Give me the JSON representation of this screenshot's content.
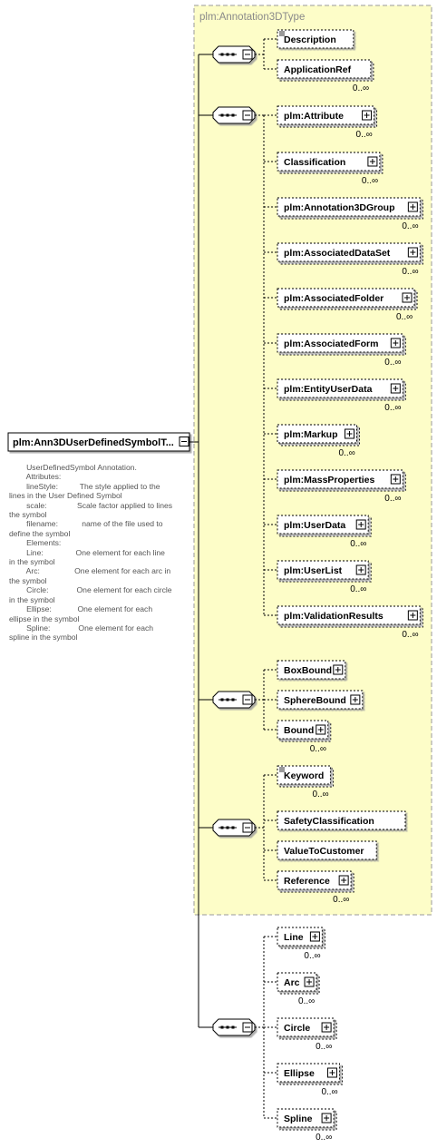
{
  "type_label": "plm:Annotation3DType",
  "root_element": {
    "name": "plm:Ann3DUserDefinedSymbolT..."
  },
  "documentation": [
    "        UserDefinedSymbol Annotation.",
    "",
    "        Attributes:",
    "",
    "        lineStyle:          The style applied to the",
    "lines in the User Defined Symbol",
    "        scale:              Scale factor applied to lines",
    "the symbol",
    "        filename:           name of the file used to",
    "define the symbol",
    "",
    "        Elements:",
    "",
    "        Line:               One element for each line",
    "in the symbol",
    "        Arc:                One element for each arc in",
    "the symbol",
    "        Circle:             One element for each circle",
    "in the symbol",
    "        Ellipse:            One element for each",
    "ellipse in the symbol",
    "        Spline:             One element for each",
    "spline in the symbol"
  ],
  "sequences": [
    {
      "id": "seq1",
      "children": [
        {
          "id": "description",
          "name": "Description",
          "optional": true,
          "doc": true,
          "expand": false,
          "multi": false,
          "occurs": ""
        },
        {
          "id": "applicationref",
          "name": "ApplicationRef",
          "optional": true,
          "doc": false,
          "expand": false,
          "multi": true,
          "occurs": "0..∞"
        }
      ]
    },
    {
      "id": "seq2",
      "children": [
        {
          "id": "attribute",
          "name": "plm:Attribute",
          "optional": true,
          "doc": false,
          "expand": true,
          "multi": true,
          "occurs": "0..∞"
        },
        {
          "id": "classification",
          "name": "Classification",
          "optional": true,
          "doc": false,
          "expand": true,
          "multi": true,
          "occurs": "0..∞"
        },
        {
          "id": "annotation3dgroup",
          "name": "plm:Annotation3DGroup",
          "optional": true,
          "doc": false,
          "expand": true,
          "multi": true,
          "occurs": "0..∞"
        },
        {
          "id": "associateddataset",
          "name": "plm:AssociatedDataSet",
          "optional": true,
          "doc": false,
          "expand": true,
          "multi": true,
          "occurs": "0..∞"
        },
        {
          "id": "associatedfolder",
          "name": "plm:AssociatedFolder",
          "optional": true,
          "doc": false,
          "expand": true,
          "multi": true,
          "occurs": "0..∞"
        },
        {
          "id": "associatedform",
          "name": "plm:AssociatedForm",
          "optional": true,
          "doc": false,
          "expand": true,
          "multi": true,
          "occurs": "0..∞"
        },
        {
          "id": "entityuserdata",
          "name": "plm:EntityUserData",
          "optional": true,
          "doc": false,
          "expand": true,
          "multi": true,
          "occurs": "0..∞"
        },
        {
          "id": "markup",
          "name": "plm:Markup",
          "optional": true,
          "doc": false,
          "expand": true,
          "multi": true,
          "occurs": "0..∞"
        },
        {
          "id": "massproperties",
          "name": "plm:MassProperties",
          "optional": true,
          "doc": false,
          "expand": true,
          "multi": true,
          "occurs": "0..∞"
        },
        {
          "id": "userdata",
          "name": "plm:UserData",
          "optional": true,
          "doc": false,
          "expand": true,
          "multi": true,
          "occurs": "0..∞"
        },
        {
          "id": "userlist",
          "name": "plm:UserList",
          "optional": true,
          "doc": false,
          "expand": true,
          "multi": true,
          "occurs": "0..∞"
        },
        {
          "id": "validationresults",
          "name": "plm:ValidationResults",
          "optional": true,
          "doc": false,
          "expand": true,
          "multi": true,
          "occurs": "0..∞"
        }
      ]
    },
    {
      "id": "seq3",
      "children": [
        {
          "id": "boxbound",
          "name": "BoxBound",
          "optional": true,
          "doc": false,
          "expand": true,
          "multi": false,
          "occurs": ""
        },
        {
          "id": "spherebound",
          "name": "SphereBound",
          "optional": true,
          "doc": false,
          "expand": true,
          "multi": false,
          "occurs": ""
        },
        {
          "id": "bound",
          "name": "Bound",
          "optional": true,
          "doc": false,
          "expand": true,
          "multi": true,
          "occurs": "0..∞"
        }
      ]
    },
    {
      "id": "seq4",
      "children": [
        {
          "id": "keyword",
          "name": "Keyword",
          "optional": true,
          "doc": true,
          "expand": false,
          "multi": true,
          "occurs": "0..∞"
        },
        {
          "id": "safetyclassification",
          "name": "SafetyClassification",
          "optional": true,
          "doc": false,
          "expand": false,
          "multi": false,
          "occurs": ""
        },
        {
          "id": "valuetocustomer",
          "name": "ValueToCustomer",
          "optional": true,
          "doc": false,
          "expand": false,
          "multi": false,
          "occurs": ""
        },
        {
          "id": "reference",
          "name": "Reference",
          "optional": true,
          "doc": false,
          "expand": true,
          "multi": true,
          "occurs": "0..∞"
        }
      ]
    },
    {
      "id": "seq5",
      "children": [
        {
          "id": "line",
          "name": "Line",
          "optional": true,
          "doc": false,
          "expand": true,
          "multi": true,
          "occurs": "0..∞"
        },
        {
          "id": "arc",
          "name": "Arc",
          "optional": true,
          "doc": false,
          "expand": true,
          "multi": true,
          "occurs": "0..∞"
        },
        {
          "id": "circle",
          "name": "Circle",
          "optional": true,
          "doc": false,
          "expand": true,
          "multi": true,
          "occurs": "0..∞"
        },
        {
          "id": "ellipse",
          "name": "Ellipse",
          "optional": true,
          "doc": false,
          "expand": true,
          "multi": true,
          "occurs": "0..∞"
        },
        {
          "id": "spline",
          "name": "Spline",
          "optional": true,
          "doc": false,
          "expand": true,
          "multi": true,
          "occurs": "0..∞"
        }
      ]
    }
  ],
  "colors": {
    "type_fill": "#fdfdc8",
    "type_border": "#9a9a9a",
    "type_label": "#8a8a8a",
    "line": "#000000",
    "doc_text": "#555555"
  }
}
